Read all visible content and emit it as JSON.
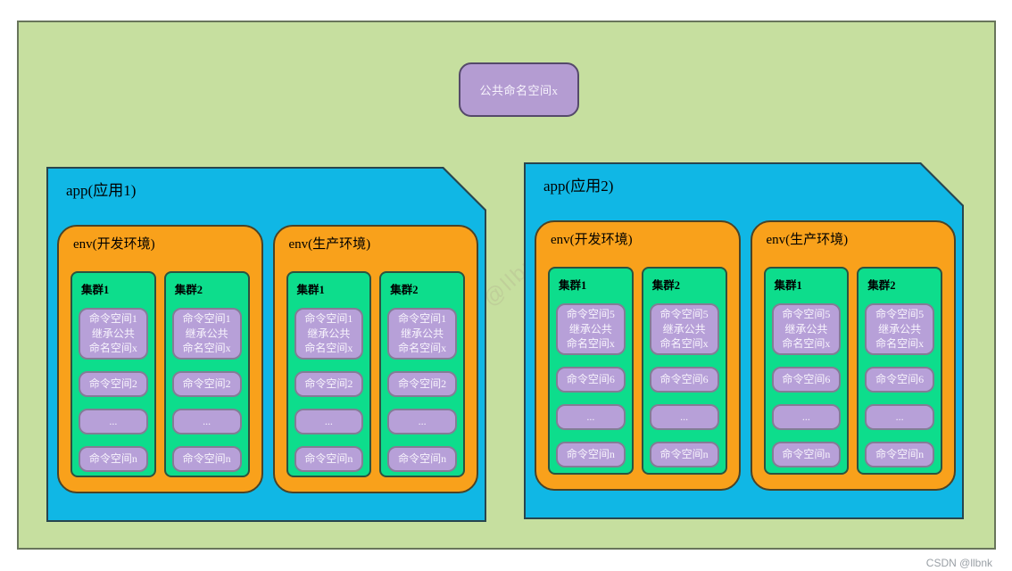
{
  "common_namespace": {
    "label": "公共命名空间x"
  },
  "watermark": {
    "corner": "CSDN @llbnk",
    "diagonal": "CSDN @llbnk"
  },
  "colors": {
    "panel_bg": "#c6df9f",
    "app_bg": "#10b7e5",
    "env_bg": "#f9a11b",
    "cluster_bg": "#0ddd8c",
    "namespace_bg": "#b7a0d8",
    "common_bg": "#b49cd2"
  },
  "apps": [
    {
      "title": "app(应用1)",
      "envs": [
        {
          "title": "env(开发环境)",
          "clusters": [
            {
              "title": "集群1",
              "chips": [
                {
                  "lines": [
                    "命令空间1",
                    "继承公共",
                    "命名空间x"
                  ]
                },
                {
                  "lines": [
                    "命令空间2"
                  ]
                },
                {
                  "lines": [
                    "..."
                  ]
                },
                {
                  "lines": [
                    "命令空间n"
                  ]
                }
              ]
            },
            {
              "title": "集群2",
              "chips": [
                {
                  "lines": [
                    "命令空间1",
                    "继承公共",
                    "命名空间x"
                  ]
                },
                {
                  "lines": [
                    "命令空间2"
                  ]
                },
                {
                  "lines": [
                    "..."
                  ]
                },
                {
                  "lines": [
                    "命令空间n"
                  ]
                }
              ]
            }
          ]
        },
        {
          "title": "env(生产环境)",
          "clusters": [
            {
              "title": "集群1",
              "chips": [
                {
                  "lines": [
                    "命令空间1",
                    "继承公共",
                    "命名空间x"
                  ]
                },
                {
                  "lines": [
                    "命令空间2"
                  ]
                },
                {
                  "lines": [
                    "..."
                  ]
                },
                {
                  "lines": [
                    "命令空间n"
                  ]
                }
              ]
            },
            {
              "title": "集群2",
              "chips": [
                {
                  "lines": [
                    "命令空间1",
                    "继承公共",
                    "命名空间x"
                  ]
                },
                {
                  "lines": [
                    "命令空间2"
                  ]
                },
                {
                  "lines": [
                    "..."
                  ]
                },
                {
                  "lines": [
                    "命令空间n"
                  ]
                }
              ]
            }
          ]
        }
      ]
    },
    {
      "title": "app(应用2)",
      "envs": [
        {
          "title": "env(开发环境)",
          "clusters": [
            {
              "title": "集群1",
              "chips": [
                {
                  "lines": [
                    "命令空间5",
                    "继承公共",
                    "命名空间x"
                  ]
                },
                {
                  "lines": [
                    "命令空间6"
                  ]
                },
                {
                  "lines": [
                    "..."
                  ]
                },
                {
                  "lines": [
                    "命令空间n"
                  ]
                }
              ]
            },
            {
              "title": "集群2",
              "chips": [
                {
                  "lines": [
                    "命令空间5",
                    "继承公共",
                    "命名空间x"
                  ]
                },
                {
                  "lines": [
                    "命令空间6"
                  ]
                },
                {
                  "lines": [
                    "..."
                  ]
                },
                {
                  "lines": [
                    "命令空间n"
                  ]
                }
              ]
            }
          ]
        },
        {
          "title": "env(生产环境)",
          "clusters": [
            {
              "title": "集群1",
              "chips": [
                {
                  "lines": [
                    "命令空间5",
                    "继承公共",
                    "命名空间x"
                  ]
                },
                {
                  "lines": [
                    "命令空间6"
                  ]
                },
                {
                  "lines": [
                    "..."
                  ]
                },
                {
                  "lines": [
                    "命令空间n"
                  ]
                }
              ]
            },
            {
              "title": "集群2",
              "chips": [
                {
                  "lines": [
                    "命令空间5",
                    "继承公共",
                    "命名空间x"
                  ]
                },
                {
                  "lines": [
                    "命令空间6"
                  ]
                },
                {
                  "lines": [
                    "..."
                  ]
                },
                {
                  "lines": [
                    "命令空间n"
                  ]
                }
              ]
            }
          ]
        }
      ]
    }
  ]
}
